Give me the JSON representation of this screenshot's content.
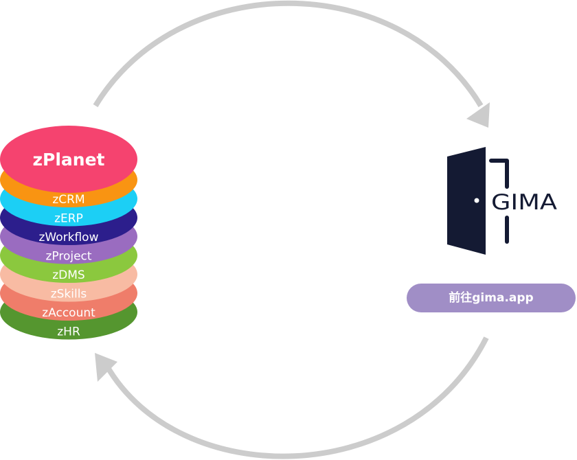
{
  "stack": {
    "top_label": "zPlanet",
    "top_color": "#f5436f",
    "layers": [
      {
        "label": "zCRM",
        "color": "#f99412"
      },
      {
        "label": "zERP",
        "color": "#1ccff5"
      },
      {
        "label": "zWorkflow",
        "color": "#2c1e8c"
      },
      {
        "label": "zProject",
        "color": "#9a6cc0"
      },
      {
        "label": "zDMS",
        "color": "#8bc83e"
      },
      {
        "label": "zSkills",
        "color": "#f8bba3"
      },
      {
        "label": "zAccount",
        "color": "#ef7d6a"
      },
      {
        "label": "zHR",
        "color": "#55962f"
      }
    ]
  },
  "brand": {
    "wordmark": "GIMA",
    "color": "#141a33"
  },
  "cta": {
    "label": "前往gima.app",
    "color": "#a08ec6"
  },
  "arrows": {
    "color": "#cccccc",
    "direction": "clockwise"
  }
}
